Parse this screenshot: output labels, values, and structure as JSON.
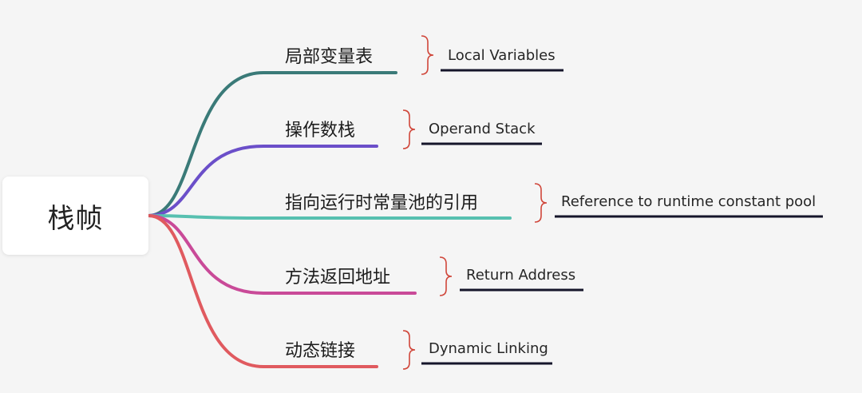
{
  "root": {
    "label": "栈帧"
  },
  "branches": [
    {
      "id": "local-variables",
      "label": "局部变量表",
      "english": "Local Variables",
      "color": "#3a7a78"
    },
    {
      "id": "operand-stack",
      "label": "操作数栈",
      "english": "Operand Stack",
      "color": "#6b4fc9"
    },
    {
      "id": "runtime-constant-pool-ref",
      "label": "指向运行时常量池的引用",
      "english": "Reference to runtime constant pool",
      "color": "#57c0b0"
    },
    {
      "id": "return-address",
      "label": "方法返回地址",
      "english": "Return Address",
      "color": "#c94a98"
    },
    {
      "id": "dynamic-linking",
      "label": "动态链接",
      "english": "Dynamic Linking",
      "color": "#e05a5f"
    }
  ],
  "colors": {
    "brace": "#d0463a",
    "english_underline": "#15152a",
    "background": "#f5f5f5"
  }
}
